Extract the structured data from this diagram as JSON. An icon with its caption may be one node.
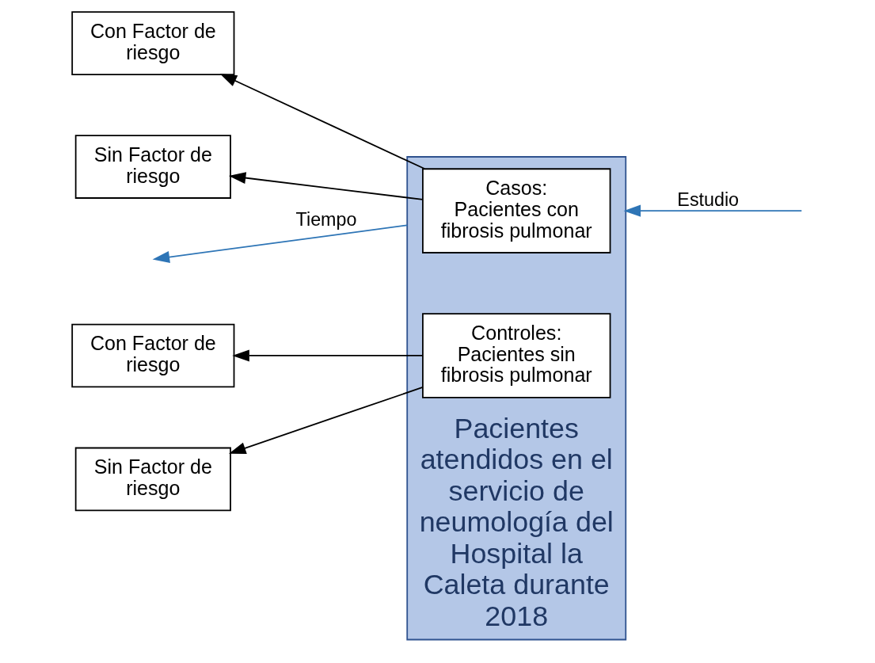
{
  "diagram": {
    "nodes": [
      {
        "text": [
          "Con Factor de riesgo"
        ]
      },
      {
        "text": [
          "Pacientes atendidos en el servicio de neumología del Hospital la Caleta durante 2018"
        ]
      },
      {
        "text": [
          "Casos:",
          "Pacientes con fibrosis pulmonar"
        ],
        "in": 1
      },
      {
        "text": [
          "Sin Factor de riesgo"
        ]
      },
      {
        "text": [
          "Con Factor de riesgo"
        ]
      },
      {
        "text": [
          "Controles:",
          "Pacientes sin fibrosis pulmonar"
        ],
        "in": 1
      },
      {
        "text": [
          "Sin Factor de riesgo"
        ]
      }
    ],
    "edges": [
      {
        "from": 2,
        "to": 0,
        "arrow": "to"
      },
      {
        "from": 2,
        "to": 3,
        "arrow": "to"
      },
      {
        "from": 1,
        "to": null,
        "arrow": "to",
        "label": "Tiempo",
        "color": "#2e75b6"
      },
      {
        "from": null,
        "to": 1,
        "arrow": "to",
        "label": "Estudio",
        "color": "#2e75b6"
      },
      {
        "from": 5,
        "to": 4,
        "arrow": "to"
      },
      {
        "from": 5,
        "to": 6,
        "arrow": "to"
      }
    ]
  }
}
